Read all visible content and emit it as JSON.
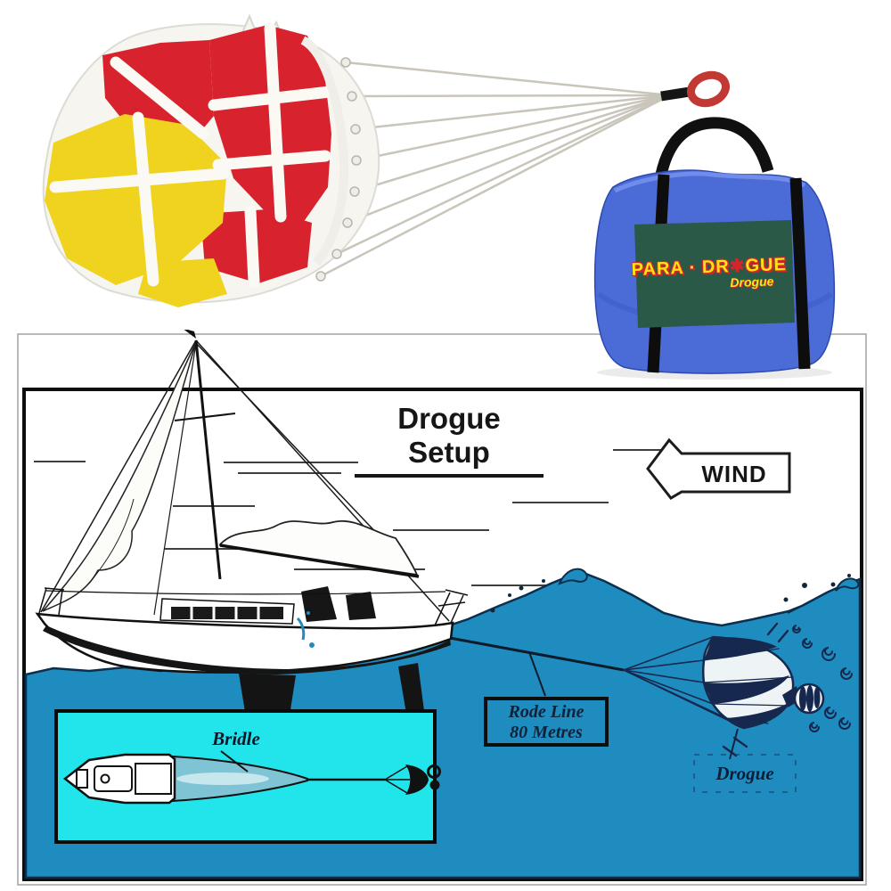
{
  "bag": {
    "brand_part1": "PARA",
    "brand_sep": "·",
    "brand_part2_pre": "DR",
    "brand_star": "✱",
    "brand_part2_post": "GUE",
    "brand_sub": "Drogue"
  },
  "diagram": {
    "title": "Drogue Setup",
    "wind_label": "WIND",
    "rode_box": {
      "line1": "Rode Line",
      "line2": "80 Metres"
    },
    "drogue_label": "Drogue",
    "inset": {
      "bridle_label": "Bridle"
    }
  },
  "colors": {
    "ink": "#161616",
    "navy": "#16284E",
    "water": "#1F8CC0",
    "insetCyan": "#22E5EC",
    "bagBlue": "#4B6BD6",
    "bagBlueDark": "#3A53BC",
    "bagBlueLight": "#7A95F0",
    "panelGreen": "#2B5948",
    "canopyRed": "#D8232F",
    "canopyYellow": "#F0D31E",
    "brandYellow": "#FFE212",
    "brandRed": "#D4262A",
    "ropeGray": "#C9C5BA",
    "eyeRed": "#C23934",
    "skyStreak": "#3F3F3F"
  }
}
